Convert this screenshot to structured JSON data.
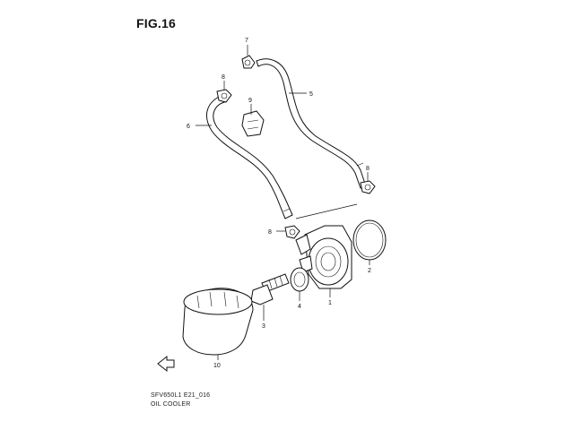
{
  "figure": {
    "title": "FIG.16",
    "model_code": "SFV650L1 E21_016",
    "caption": "OIL COOLER"
  },
  "callouts": [
    "1",
    "2",
    "3",
    "4",
    "5",
    "6",
    "7",
    "8",
    "8",
    "8",
    "9",
    "10"
  ]
}
